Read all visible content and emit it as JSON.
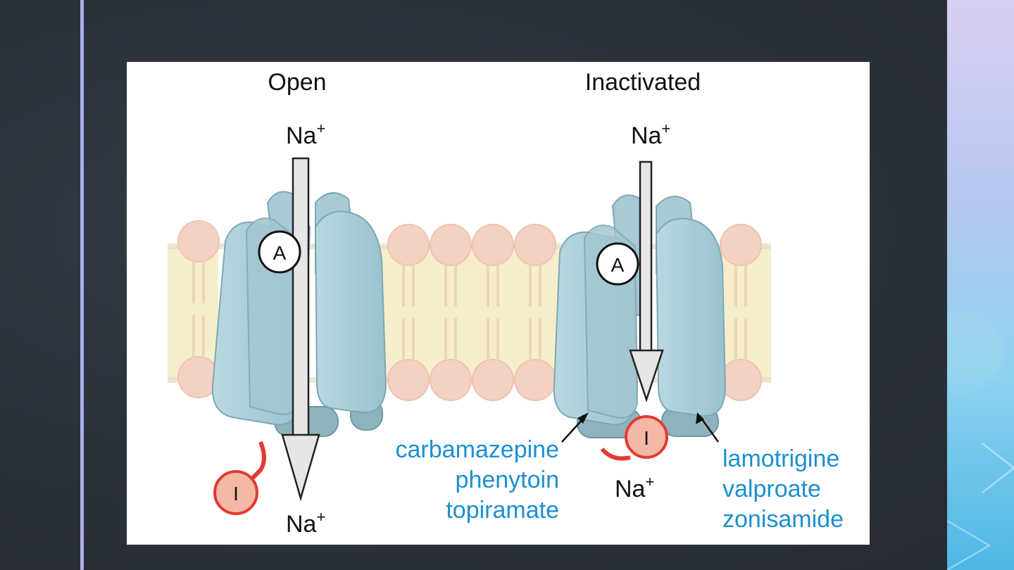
{
  "diagram": {
    "open_label": "Open",
    "inactivated_label": "Inactivated",
    "ion_open_top": "Na",
    "ion_open_bottom": "Na",
    "ion_inact_top": "Na",
    "ion_inact_bottom": "Na",
    "ion_charge": "+",
    "gate_activation": "A",
    "gate_inactivation": "I",
    "drugs_left": [
      "carbamazepine",
      "phenytoin",
      "topiramate"
    ],
    "drugs_right": [
      "lamotrigine",
      "valproate",
      "zonisamide"
    ]
  },
  "colors": {
    "membrane": "#f6eecb",
    "lipid_head": "#f4d2c3",
    "channel": "#a9cfd9",
    "channel_dark": "#8cb2be",
    "inactivation_gate": "#f4b9a5",
    "gate_tether": "#e23a33",
    "drug_text": "#1c8fd0"
  }
}
